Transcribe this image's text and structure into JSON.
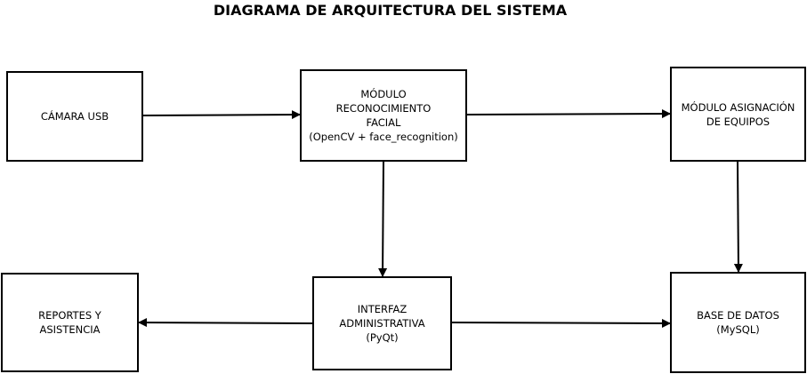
{
  "title": "DIAGRAMA DE ARQUITECTURA DEL SISTEMA",
  "nodes": {
    "camera": "CÁMARA USB",
    "face_module": "MÓDULO\nRECONOCIMIENTO\nFACIAL\n(OpenCV + face_recognition)",
    "assignment_module": "MÓDULO ASIGNACIÓN\nDE EQUIPOS",
    "reports": "REPORTES Y\nASISTENCIA",
    "admin_interface": "INTERFAZ\nADMINISTRATIVA\n(PyQt)",
    "database": "BASE DE DATOS\n(MySQL)"
  },
  "edges": [
    {
      "from": "camera",
      "to": "face_module"
    },
    {
      "from": "face_module",
      "to": "assignment_module"
    },
    {
      "from": "face_module",
      "to": "admin_interface"
    },
    {
      "from": "assignment_module",
      "to": "database"
    },
    {
      "from": "admin_interface",
      "to": "reports"
    },
    {
      "from": "admin_interface",
      "to": "database"
    }
  ],
  "colors": {
    "stroke": "#000000",
    "background": "#ffffff"
  }
}
